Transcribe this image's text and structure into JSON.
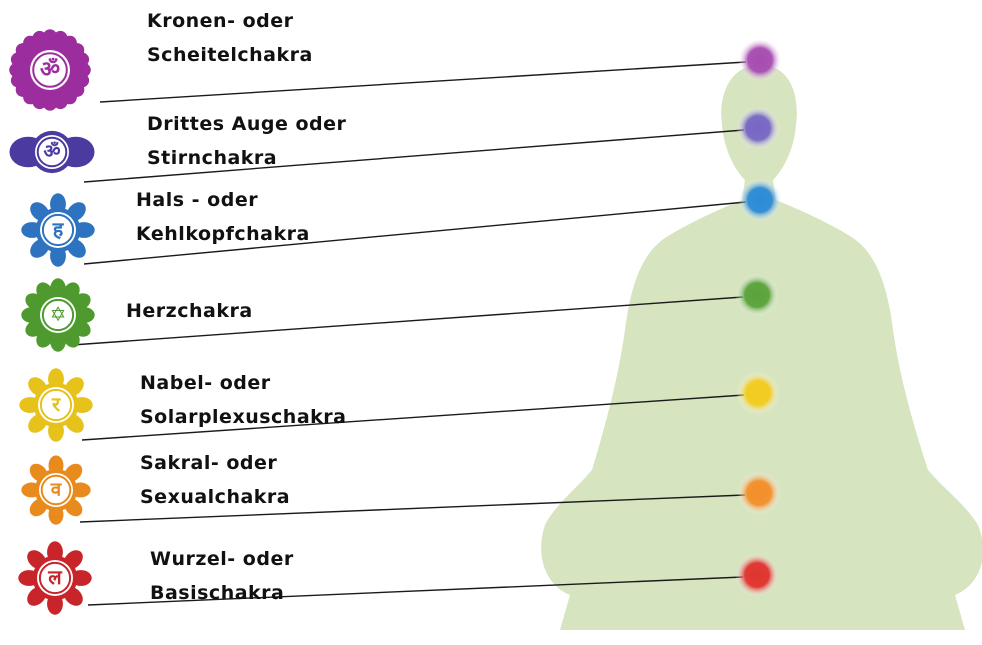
{
  "chakras": [
    {
      "line1": "Kronen- oder",
      "line2": "Scheitelchakra",
      "symbol_name": "crown-chakra-icon",
      "color": "#9b2d9e",
      "dot_color": "#a64bb0",
      "glyph": "ॐ"
    },
    {
      "line1": "Drittes Auge oder",
      "line2": "Stirnchakra",
      "symbol_name": "third-eye-chakra-icon",
      "color": "#4b3aa0",
      "dot_color": "#7766c4",
      "glyph": "ॐ"
    },
    {
      "line1": "Hals - oder",
      "line2": "Kehlkopfchakra",
      "symbol_name": "throat-chakra-icon",
      "color": "#2d73c0",
      "dot_color": "#2b8ad6",
      "glyph": "ह"
    },
    {
      "line1": "Herzchakra",
      "line2": "",
      "symbol_name": "heart-chakra-icon",
      "color": "#4f9a2e",
      "dot_color": "#5aa23a",
      "glyph": "✡"
    },
    {
      "line1": "Nabel- oder",
      "line2": "Solarplexuschakra",
      "symbol_name": "solar-plexus-chakra-icon",
      "color": "#e6c21a",
      "dot_color": "#f2cc1e",
      "glyph": "र"
    },
    {
      "line1": "Sakral- oder",
      "line2": "Sexualchakra",
      "symbol_name": "sacral-chakra-icon",
      "color": "#e98a1c",
      "dot_color": "#f48e2a",
      "glyph": "व"
    },
    {
      "line1": "Wurzel- oder",
      "line2": "Basischakra",
      "symbol_name": "root-chakra-icon",
      "color": "#c8252b",
      "dot_color": "#e0322e",
      "glyph": "ल"
    }
  ],
  "colors": {
    "figure": "#d6e4c0",
    "line": "#1a1a1a"
  }
}
